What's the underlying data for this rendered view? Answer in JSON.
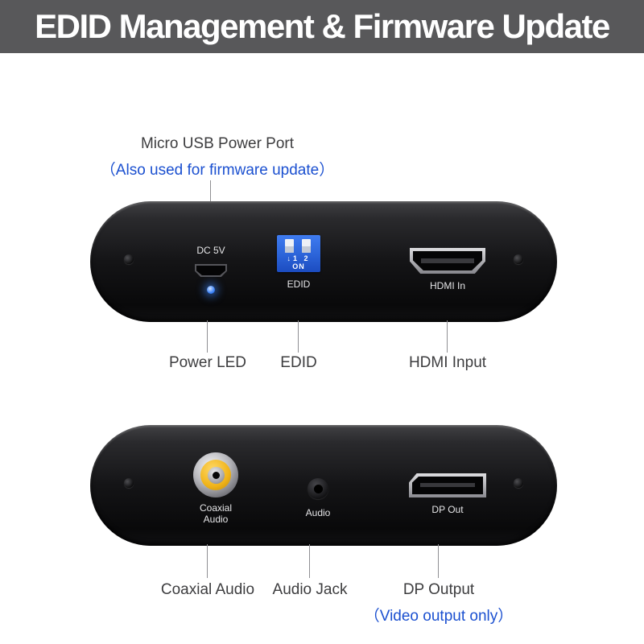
{
  "banner": {
    "title": "EDID Management & Firmware Update"
  },
  "annotations": {
    "usb_title": "Micro USB Power Port",
    "usb_subtitle": "（Also used for firmware update）",
    "dp_note": "（Video output only）"
  },
  "device_top": {
    "dc_label": "DC 5V",
    "dip_row": "↓1 2",
    "dip_on": "ON",
    "edid_label": "EDID",
    "hdmi_label": "HDMI In"
  },
  "device_bottom": {
    "coaxial_line1": "Coaxial",
    "coaxial_line2": "Audio",
    "audio_label": "Audio",
    "dp_label": "DP Out"
  },
  "callouts_top": [
    "Power LED",
    "EDID",
    "HDMI Input"
  ],
  "callouts_bottom": [
    "Coaxial Audio",
    "Audio Jack",
    "DP Output"
  ],
  "colors": {
    "banner_bg": "#58585a",
    "accent_blue": "#1b50d0",
    "label_gray": "#3d3d3f",
    "dip_blue": "#2b63d8",
    "led_blue": "#3b82f6",
    "coaxial_yellow": "#f0b319"
  }
}
